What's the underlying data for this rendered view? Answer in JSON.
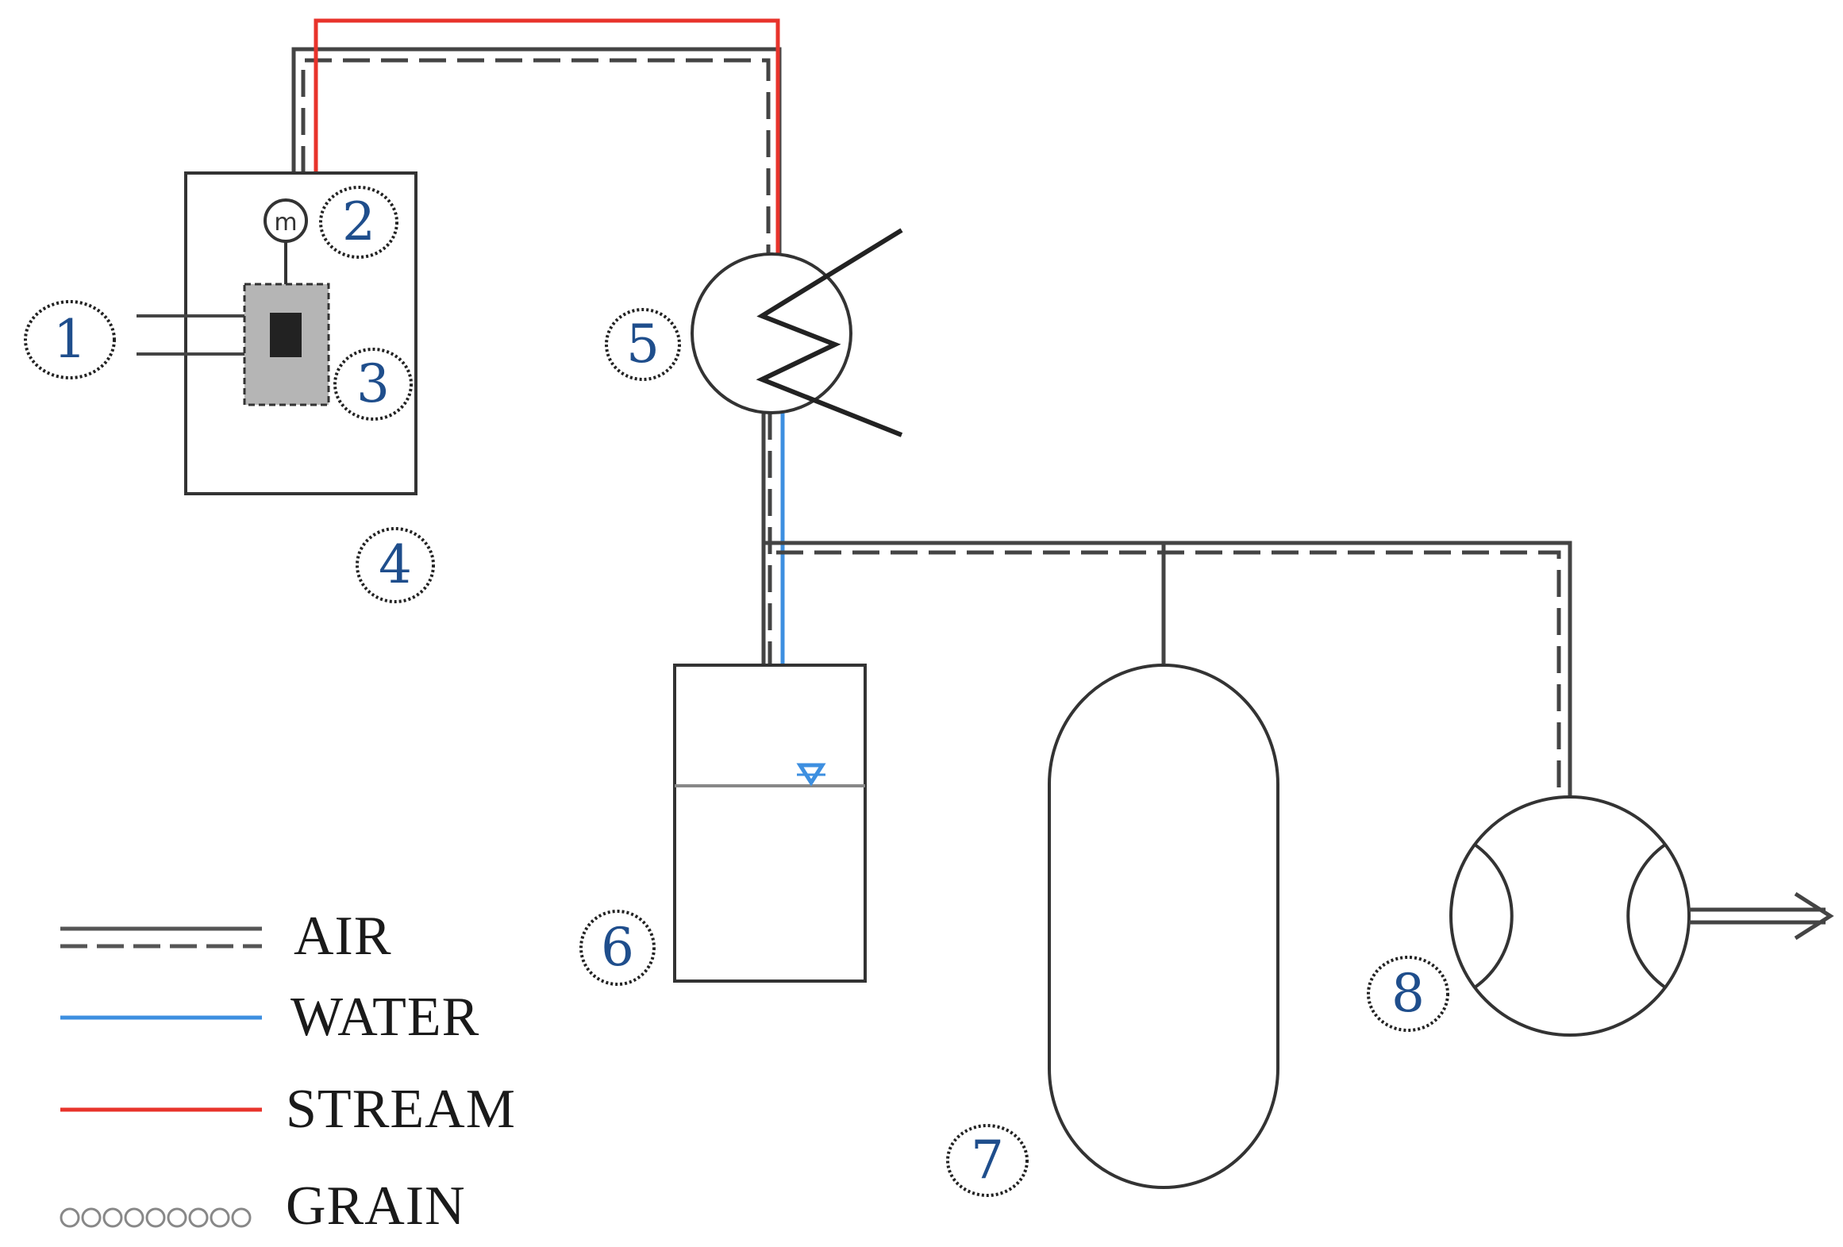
{
  "components": [
    {
      "number": "1"
    },
    {
      "number": "2",
      "symbol": "m"
    },
    {
      "number": "3"
    },
    {
      "number": "4"
    },
    {
      "number": "5"
    },
    {
      "number": "6"
    },
    {
      "number": "7"
    },
    {
      "number": "8"
    }
  ],
  "legend": [
    {
      "label": "AIR",
      "style": "double line solid over dashed",
      "color": "#555555"
    },
    {
      "label": "WATER",
      "style": "solid",
      "color": "#3d8fe0"
    },
    {
      "label": "STREAM",
      "style": "solid",
      "color": "#e8332b"
    },
    {
      "label": "GRAIN",
      "style": "chain of small circles",
      "color": "#888888"
    }
  ],
  "colors": {
    "air": "#555555",
    "water": "#3d8fe0",
    "stream": "#e8332b",
    "number": "#1f4e8c",
    "sample": "#9a9a9a"
  }
}
